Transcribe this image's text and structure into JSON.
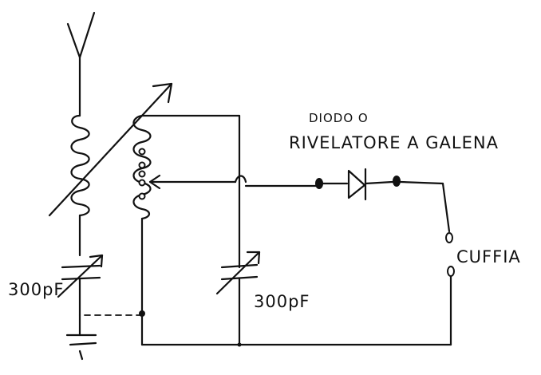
{
  "labels": {
    "diode_line1": "DIODO O",
    "diode_line2": "RIVELATORE A GALENA",
    "headphones": "CUFFIA",
    "cap_left": "300pF",
    "cap_mid": "300pF"
  },
  "colors": {
    "ink": "#111111",
    "paper": "#ffffff"
  },
  "icons": {
    "antenna": "antenna-icon",
    "coil_primary": "coil-icon",
    "coil_secondary": "coil-icon",
    "variable_capacitor": "variable-capacitor-icon",
    "diode": "diode-icon",
    "ground": "ground-icon"
  }
}
